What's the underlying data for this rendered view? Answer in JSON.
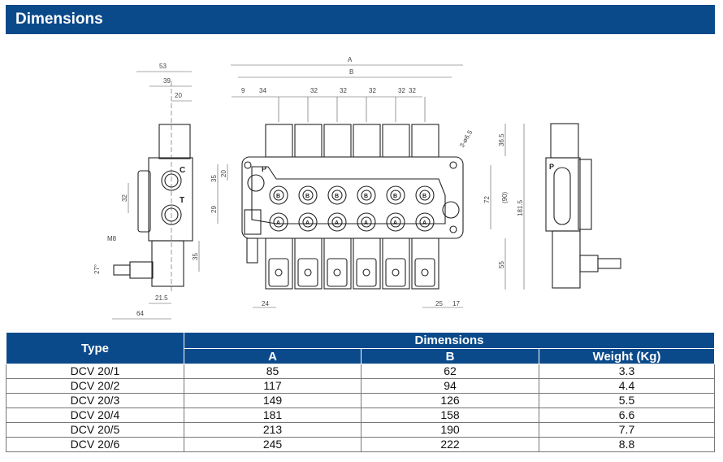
{
  "header": {
    "title": "Dimensions"
  },
  "drawing": {
    "side_left": {
      "dim_53": "53",
      "dim_39": "39",
      "dim_20": "20",
      "port_c": "C",
      "port_t": "T",
      "dim_32": "32",
      "thread": "M8",
      "angle": "27°",
      "dim_35": "35",
      "dim_21_5": "21.5",
      "dim_64": "64"
    },
    "front": {
      "dim_a": "A",
      "dim_b": "B",
      "dim_9": "9",
      "dim_34": "34",
      "pitch": [
        "32",
        "32",
        "32",
        "32",
        "32"
      ],
      "holes": "3-ø6.5",
      "dim_36_5": "36.5",
      "dim_72": "72",
      "dim_90": "(90)",
      "dim_181_5": "181.5",
      "dim_55": "55",
      "dim_35": "35",
      "dim_20": "20",
      "dim_29": "29",
      "dim_24": "24",
      "dim_25": "25",
      "dim_17": "17",
      "port_p": "P",
      "port_b": "B",
      "port_a": "A"
    },
    "side_right": {
      "port_p": "P"
    }
  },
  "table": {
    "headers": {
      "type": "Type",
      "group": "Dimensions",
      "a": "A",
      "b": "B",
      "weight": "Weight (Kg)"
    },
    "rows": [
      {
        "type": "DCV 20/1",
        "a": "85",
        "b": "62",
        "weight": "3.3"
      },
      {
        "type": "DCV 20/2",
        "a": "117",
        "b": "94",
        "weight": "4.4"
      },
      {
        "type": "DCV 20/3",
        "a": "149",
        "b": "126",
        "weight": "5.5"
      },
      {
        "type": "DCV 20/4",
        "a": "181",
        "b": "158",
        "weight": "6.6"
      },
      {
        "type": "DCV 20/5",
        "a": "213",
        "b": "190",
        "weight": "7.7"
      },
      {
        "type": "DCV 20/6",
        "a": "245",
        "b": "222",
        "weight": "8.8"
      }
    ]
  }
}
